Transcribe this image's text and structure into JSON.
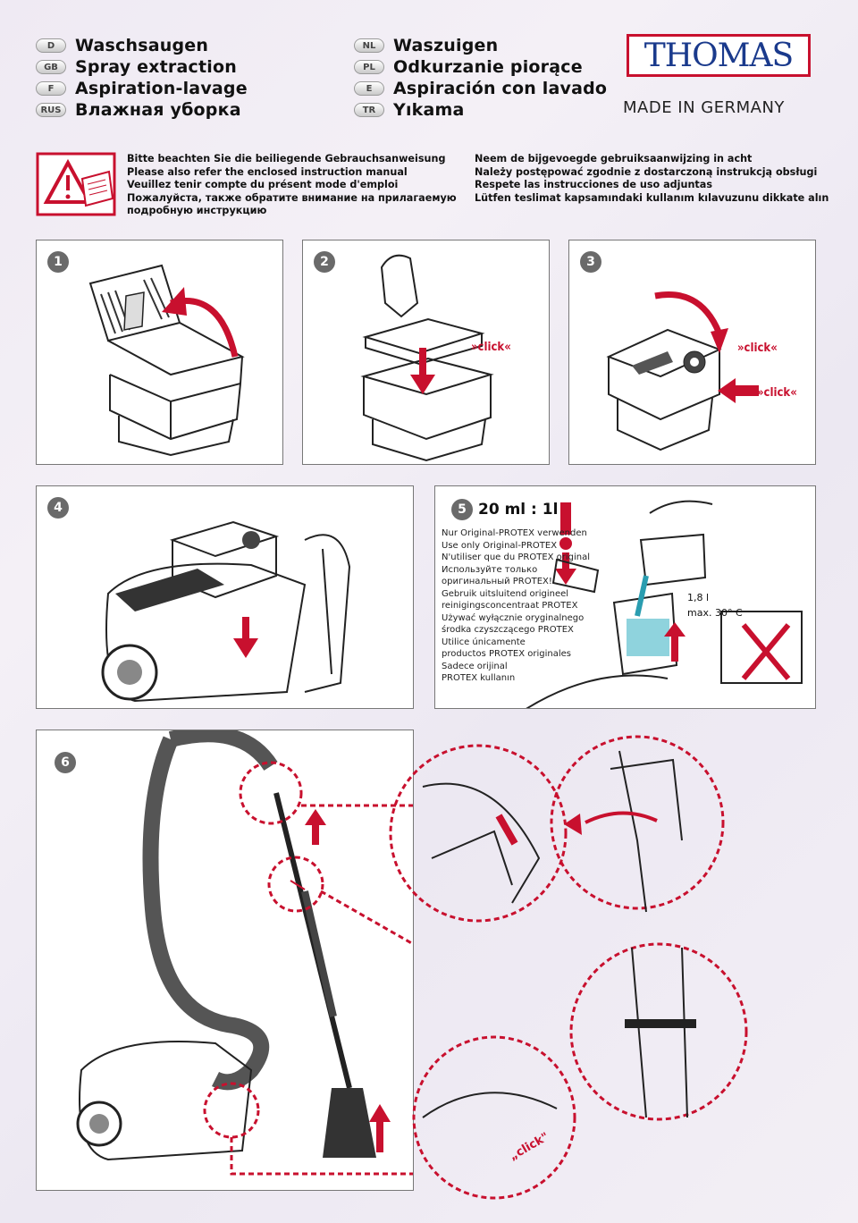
{
  "languages_left": [
    {
      "code": "D",
      "label": "Waschsaugen"
    },
    {
      "code": "GB",
      "label": "Spray extraction"
    },
    {
      "code": "F",
      "label": "Aspiration-lavage"
    },
    {
      "code": "RUS",
      "label": "Влажная уборка"
    }
  ],
  "languages_right": [
    {
      "code": "NL",
      "label": "Waszuigen"
    },
    {
      "code": "PL",
      "label": "Odkurzanie piorące"
    },
    {
      "code": "E",
      "label": "Aspiración con lavado"
    },
    {
      "code": "TR",
      "label": "Yıkama"
    }
  ],
  "brand": {
    "name": "THOMAS",
    "tagline": "MADE IN GERMANY",
    "color": "#c8102e",
    "text_color": "#1a3a8c"
  },
  "warning": {
    "left_lines": [
      "Bitte beachten Sie die beiliegende Gebrauchsanweisung",
      "Please also refer the enclosed instruction manual",
      "Veuillez tenir compte du présent mode d'emploi",
      "Пожалуйста, также обратите внимание на прилагаемую",
      "подробную инструкцию"
    ],
    "right_lines": [
      "Neem de bijgevoegde gebruiksaanwijzing in acht",
      "Należy postępować zgodnie z dostarczoną instrukcją obsługi",
      "Respete las instrucciones de uso adjuntas",
      "Lütfen teslimat kapsamındaki kullanım kılavuzunu dikkate alın"
    ]
  },
  "steps": {
    "s1": "1",
    "s2": "2",
    "s3": "3",
    "s4": "4",
    "s5": "5",
    "s6": "6"
  },
  "click": {
    "text": "»click«",
    "text_alt": "„click\""
  },
  "step5": {
    "ratio": "20 ml : 1l",
    "protex_lines": [
      "Nur Original-PROTEX verwenden",
      "Use only Original-PROTEX",
      "N'utiliser que du PROTEX original",
      "Используйте только",
      "оригинальный PROTEX!",
      "Gebruik uitsluitend origineel",
      "reinigingsconcentraat PROTEX",
      "Używać wyłącznie oryginalnego",
      "środka czyszczącego PROTEX",
      "Utilice únicamente",
      "productos PROTEX originales",
      "Sadece orijinal",
      "PROTEX kullanın"
    ],
    "volume": "1,8 l",
    "temp": "max. 30° C"
  }
}
